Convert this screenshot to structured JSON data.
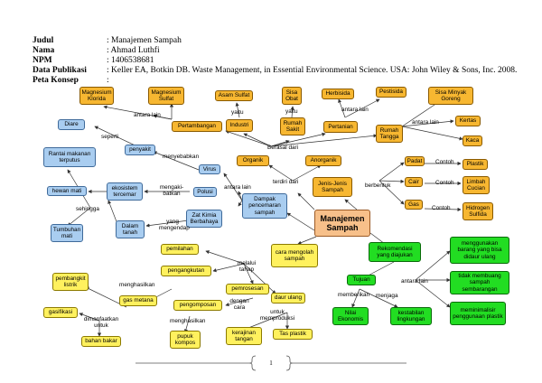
{
  "header": {
    "rows": [
      {
        "k": "Judul",
        "v": ": Manajemen Sampah"
      },
      {
        "k": "Nama",
        "v": ": Ahmad Luthfi"
      },
      {
        "k": "NPM",
        "v": ": 1406538681"
      },
      {
        "k": "Data Publikasi",
        "v": ": Keller EA, Botkin DB. Waste Management, in Essential Environmental Science. USA: John Wiley & Sons, Inc. 2008."
      },
      {
        "k": "Peta Konsep",
        "v": ":"
      }
    ]
  },
  "nodes": {
    "root": "Manajemen Sampah",
    "jenis": "Jenis-Jenis Sampah",
    "organik": "Organik",
    "anorganik": "Anorganik",
    "pertambangan": "Pertambangan",
    "industri": "Industri",
    "rumah_sakit": "Rumah Sakit",
    "pertanian": "Pertanian",
    "rumah_tangga": "Rumah Tangga",
    "magnesium_klorida": "Magnesium Klorida",
    "magnesium_sulfat": "Magnesium Sulfat",
    "asam_sulfat": "Asam Sulfat",
    "sisa_obat": "Sisa Obat",
    "herbisida": "Herbisida",
    "pestisida": "Pestisida",
    "sisa_minyak": "Sisa Minyak Goreng",
    "kertas": "Kertas",
    "kaca": "Kaca",
    "padat": "Padat",
    "cair": "Cair",
    "gas": "Gas",
    "plastik": "Plastik",
    "limbah_cucian": "Limbah Cucian",
    "hidrogen_sulfida": "Hidrogen Sulfida",
    "dampak": "Dampak pencemaran sampah",
    "diare": "Diare",
    "penyakit": "penyakit",
    "virus": "Virus",
    "polusi": "Polusi",
    "zat_kimia": "Zat Kimia Berbahaya",
    "ekosistem": "ekosistem tercemar",
    "rantai": "Rantai makanan terputus",
    "hewan_mati": "hewan mati",
    "tumbuhan_mati": "Tumbuhan mati",
    "dalam_tanah": "Dalam tanah",
    "cara": "cara mengolah sampah",
    "pemilahan": "pemilahan",
    "pengangkutan": "pengangkutan",
    "pemrosesan": "pemrosesan",
    "daur_ulang": "daur ulang",
    "pengomposan": "pengomposan",
    "gas_metana": "gas metana",
    "pembangkit": "pembangkit listrik",
    "gasifikasi": "gasifikasi",
    "bahan_bakar": "bahan bakar",
    "pupuk": "pupuk kompos",
    "kerajinan": "kerajinan tangan",
    "tas_plastik": "Tas plastik",
    "rekomendasi": "Rekomendasi yang diajukan",
    "tujuan": "Tujuan",
    "nilai_ekonomis": "Nilai Ekonomis",
    "kestabilan": "kestabilan lingkungan",
    "rek1": "menggunakan barang yang bisa didaur ulang",
    "rek2": "tidak membuang sampah sembarangan",
    "rek3": "meminimalisir penggunaan plastik"
  },
  "labels": {
    "antara_lain_1": "antara lain",
    "yaitu_1": "yaitu",
    "yaitu_2": "yaitu",
    "antara_lain_2": "antara lain",
    "antara_lain_3": "antara lain",
    "berasal_dari": "Berasal dari",
    "terdiri_dari": "terdiri dari",
    "berbentuk": "berbentuk",
    "contoh_1": "Contoh",
    "contoh_2": "Contoh",
    "contoh_3": "Contoh",
    "seperti": "seperti",
    "menyebabkan": "menyebabkan",
    "antara_lain_4": "antara lain",
    "mengaki_batkan": "mengaki- batkan",
    "sehingga": "sehingga",
    "yang_mengendap": "yang mengendap",
    "melalui_tahap": "melalui tahap",
    "menghasilkan_1": "menghasilkan",
    "dengan_cara": "dengan cara",
    "untuk_memproduksi": "untuk memproduksi",
    "dimanfaatkan_untuk": "dimanfaatkan untuk",
    "menghasilkan_2": "menghasilkan",
    "antara_lain_5": "antara lain",
    "memberikan": "memberikan",
    "menjaga": "menjaga"
  },
  "colors": {
    "orange": "#f7b731",
    "blue": "#a9cdf0",
    "yellow": "#fff15e",
    "green": "#22dd22",
    "root": "#f7c08a"
  },
  "footer": {
    "page_number": "1"
  }
}
